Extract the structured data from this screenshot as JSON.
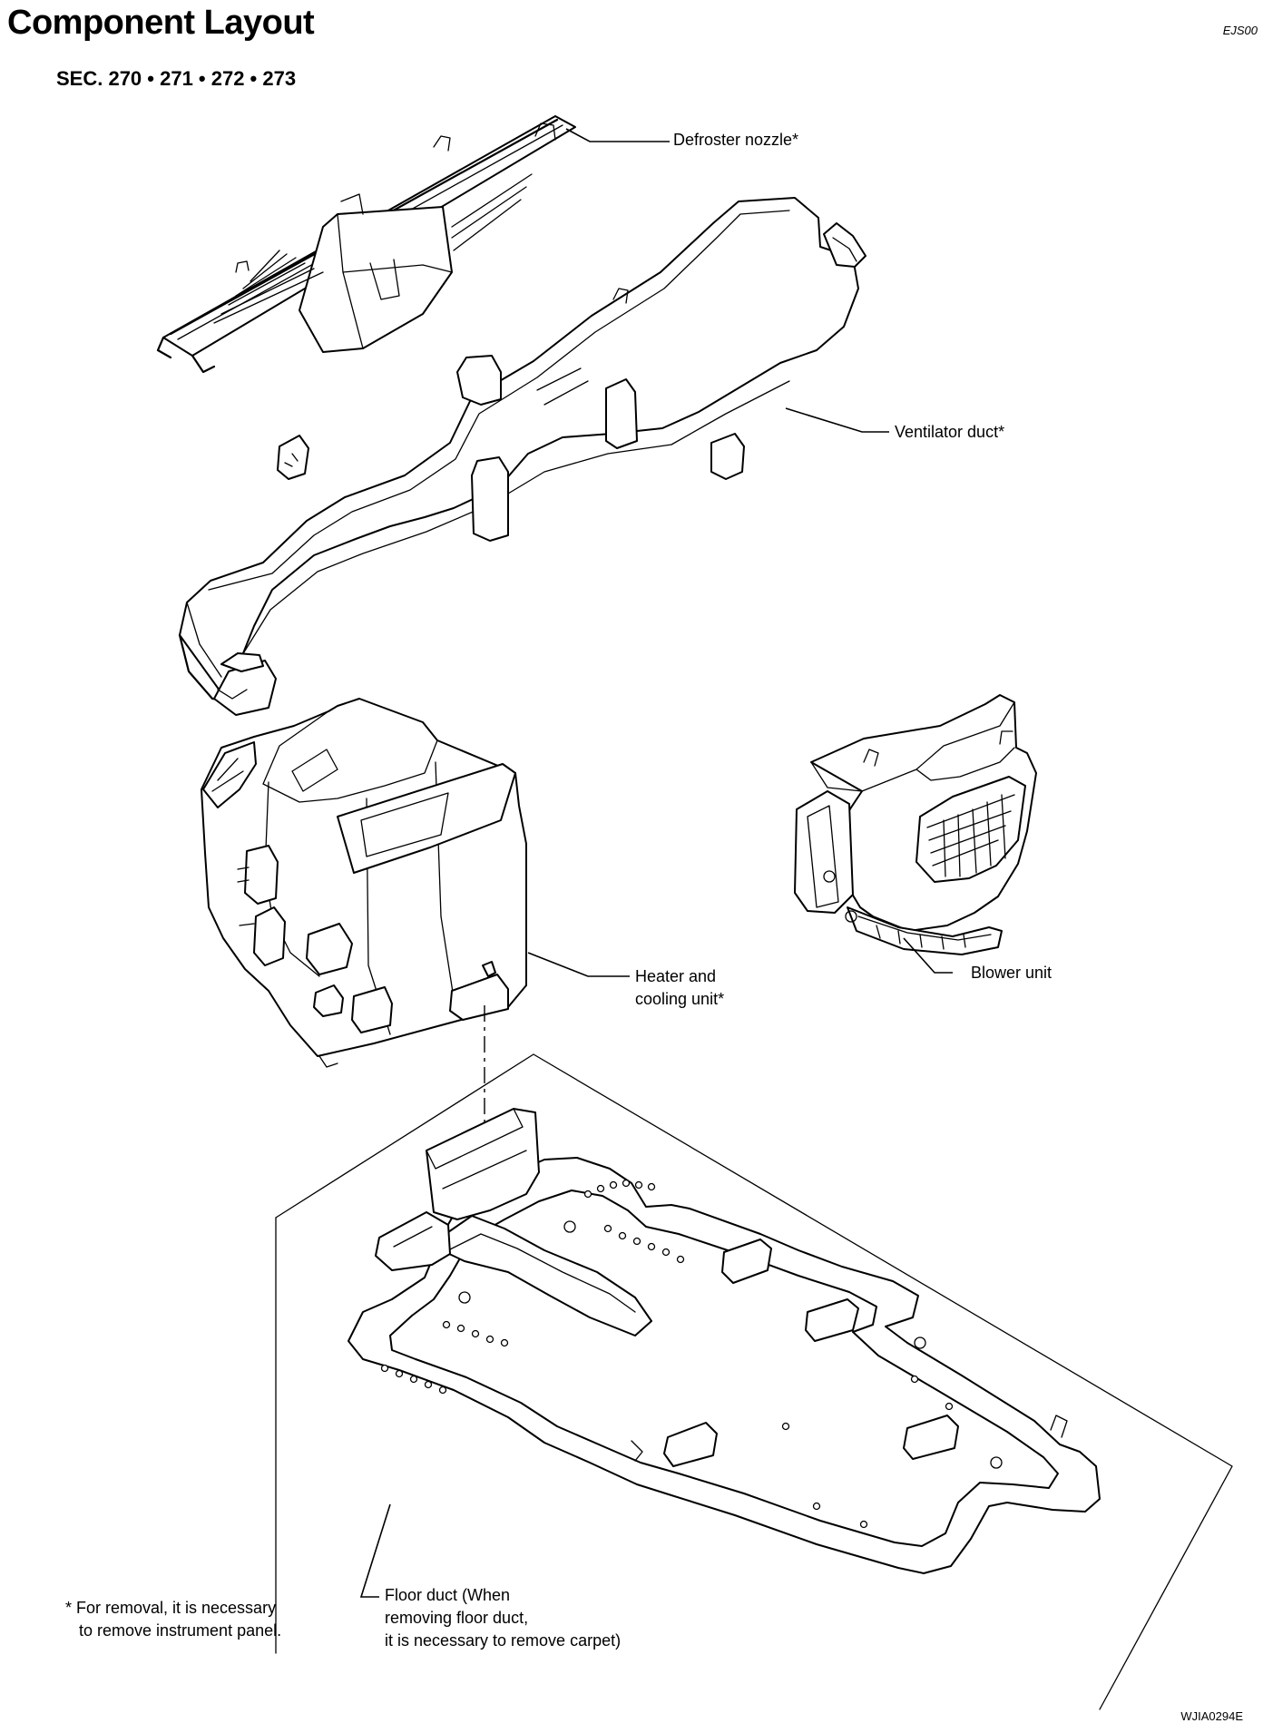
{
  "header": {
    "title": "Component Layout",
    "ref_code": "EJS00",
    "section_ref": "SEC. 270 • 271 • 272 • 273"
  },
  "callouts": {
    "defroster_nozzle": [
      "Defroster nozzle*"
    ],
    "ventilator_duct": [
      "Ventilator duct*"
    ],
    "heater_cooling_unit": [
      "Heater and",
      "cooling unit*"
    ],
    "blower_unit": [
      "Blower unit"
    ],
    "floor_duct": [
      "Floor duct (When",
      "removing floor duct,",
      "it is necessary to remove carpet)"
    ]
  },
  "footnote": [
    "* For removal, it is necessary",
    "to remove instrument panel."
  ],
  "figure_id": "WJIA0294E",
  "icons": {
    "defroster": "defroster-nozzle-icon",
    "ventilator": "ventilator-duct-icon",
    "heater": "heater-cooling-unit-icon",
    "blower": "blower-unit-icon",
    "floor": "floor-duct-icon"
  }
}
